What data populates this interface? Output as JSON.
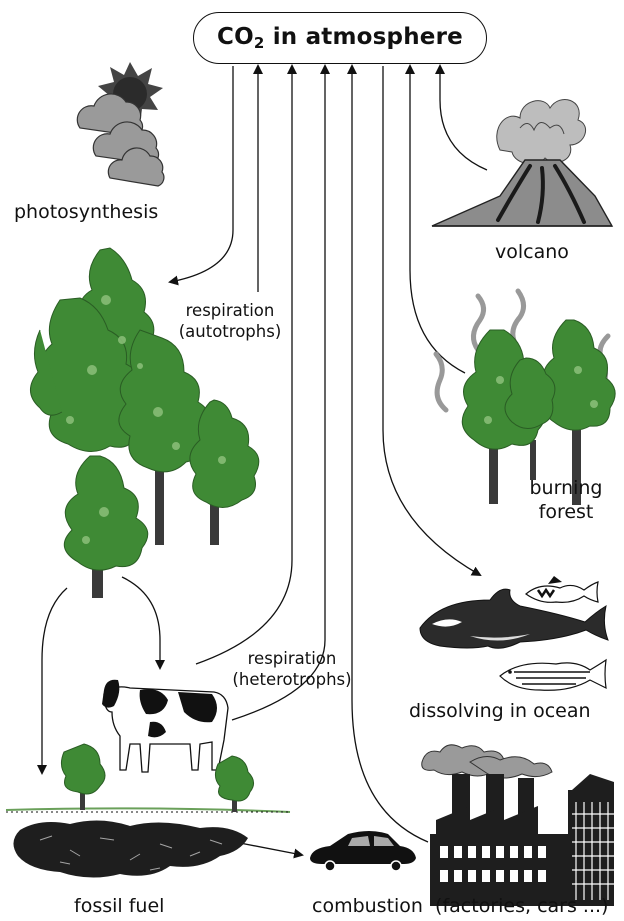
{
  "title": {
    "main": "CO",
    "sub": "2",
    "rest": " in atmosphere"
  },
  "labels": {
    "photosynthesis": "photosynthesis",
    "volcano": "volcano",
    "respiration_autotrophs": [
      "respiration",
      "(autotrophs)"
    ],
    "burning_forest": [
      "burning",
      "forest"
    ],
    "respiration_heterotrophs": [
      "respiration",
      "(heterotrophs)"
    ],
    "dissolving_in_ocean": "dissolving in ocean",
    "fossil_fuel": "fossil fuel",
    "combustion": "combustion  (factories, cars ...)"
  },
  "colors": {
    "tree_green": "#3f8a35",
    "tree_light": "#8cc07a",
    "cloud_gray": "#9a9a9a",
    "smoke_gray": "#b8b8b8",
    "ink": "#111111"
  }
}
